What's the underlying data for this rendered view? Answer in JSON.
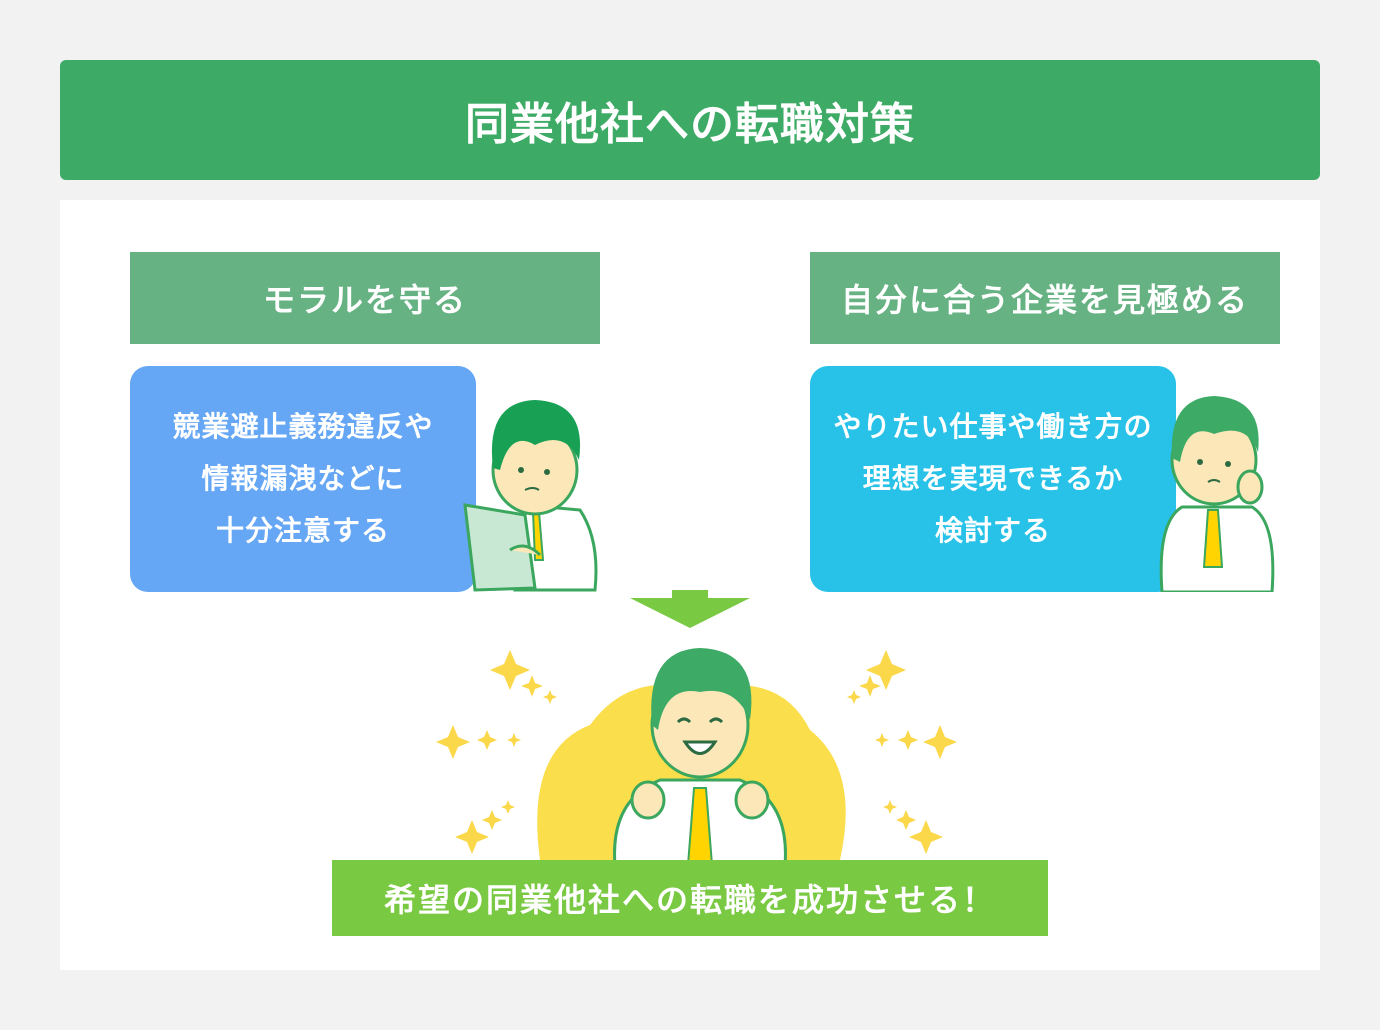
{
  "title": "同業他社への転職対策",
  "colors": {
    "title_bg": "#3dab66",
    "heading_bg": "#66b283",
    "left_box": "#66a7f5",
    "right_box": "#28c2e8",
    "arrow": "#7ac943",
    "result_bg": "#7ac943",
    "glow": "#fbde4b",
    "sparkle": "#fbd84a"
  },
  "left": {
    "heading": "モラルを守る",
    "lines": [
      "競業避止義務違反や",
      "情報漏洩などに",
      "十分注意する"
    ],
    "figure": "man-reading-document"
  },
  "right": {
    "heading": "自分に合う企業を見極める",
    "lines": [
      "やりたい仕事や働き方の",
      "理想を実現できるか",
      "検討する"
    ],
    "figure": "man-thinking"
  },
  "arrow_icon": "down-arrow-icon",
  "result": {
    "figure": "man-celebrating",
    "text": "希望の同業他社への転職を成功させる！"
  }
}
